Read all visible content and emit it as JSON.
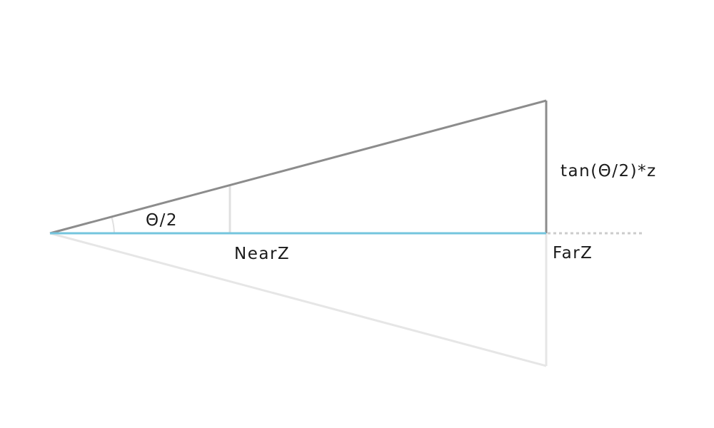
{
  "diagram": {
    "labels": {
      "half_angle": "Θ/2",
      "near_plane": "NearZ",
      "far_plane": "FarZ",
      "half_height": "tan(Θ/2)*z"
    },
    "colors": {
      "frustum_upper_edge": "#8c8c8c",
      "frustum_lower_edge": "#e6e6e6",
      "near_plane_line": "#e0e0e0",
      "axis_line": "#74c5de",
      "axis_extension_dotted": "#cccccc",
      "label_text": "#1a1a1a"
    }
  }
}
